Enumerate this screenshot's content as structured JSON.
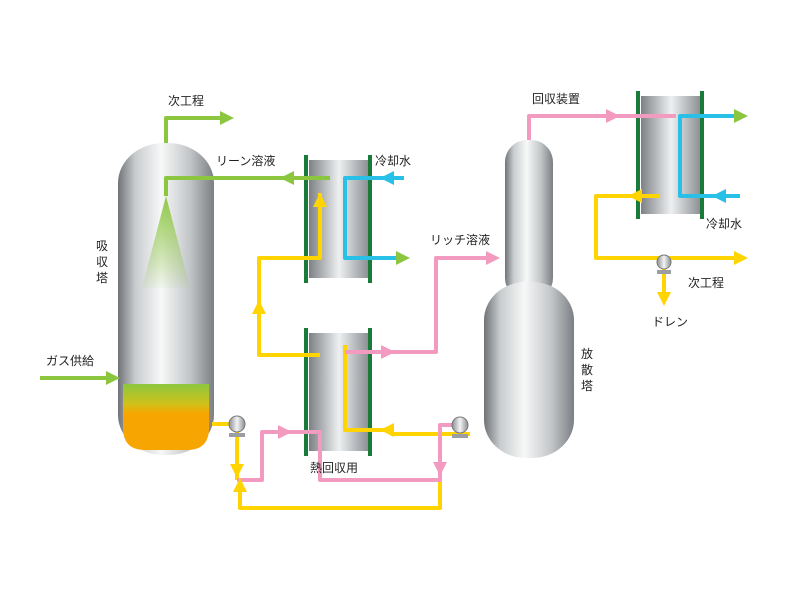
{
  "labels": {
    "absorber_next": "次工程",
    "lean_solution": "リーン溶液",
    "cooling_water_1": "冷却水",
    "absorber_tower": [
      "吸",
      "収",
      "塔"
    ],
    "gas_supply": "ガス供給",
    "heat_recovery": "熱回収用",
    "rich_solution": "リッチ溶液",
    "recovery_device": "回収装置",
    "cooling_water_2": "冷却水",
    "stripper_next": "次工程",
    "drain": "ドレン",
    "stripper_tower": [
      "放",
      "散",
      "塔"
    ]
  },
  "colors": {
    "green": "#8cc63f",
    "yellow": "#ffd400",
    "pink": "#f29ac0",
    "cyan": "#29c0e8",
    "plate": "#1a7a3a",
    "liquid": "#f7a500"
  }
}
